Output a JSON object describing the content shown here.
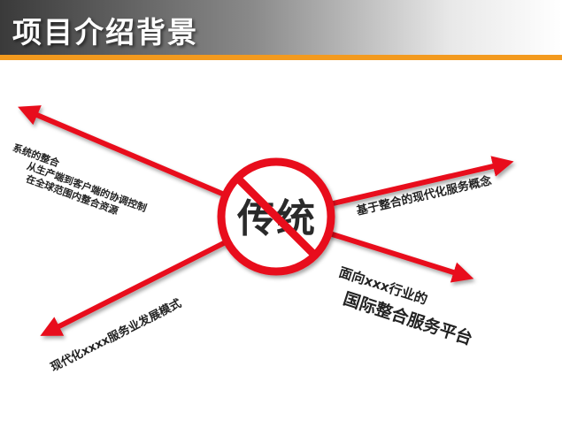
{
  "title": "项目介绍背景",
  "center_label": "传统",
  "left_labels": [
    "系统的整合",
    "从生产端到客户端的协调控制",
    "在全球范围内整合资源"
  ],
  "bottom_left_label": "现代化xxxx服务业发展模式",
  "right_upper_label": "基于整合的现代化服务概念",
  "right_lower_labels": [
    "面向xxx行业的",
    "国际整合服务平台"
  ],
  "colors": {
    "arrow": "#e8101c",
    "header_bar": "#f39a1e",
    "header_dark": "#3a3a3a"
  }
}
